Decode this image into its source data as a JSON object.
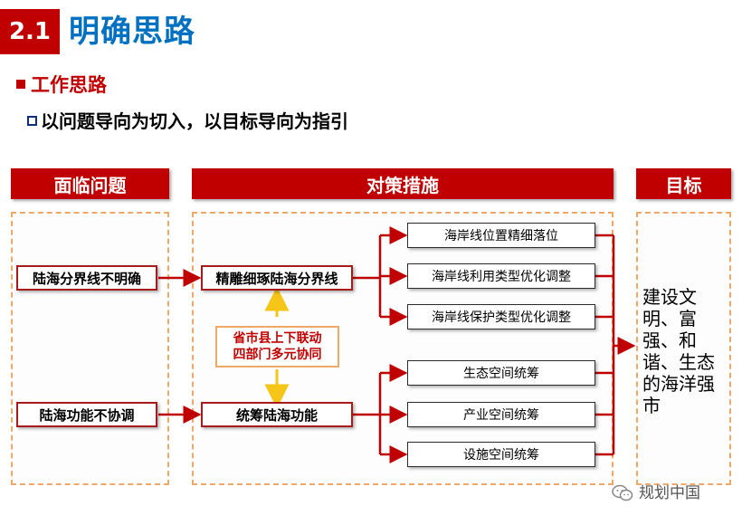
{
  "header": {
    "section_number": "2.1",
    "section_title": "明确思路",
    "subheading": "工作思路",
    "point": "以问题导向为切入，以目标导向为指引"
  },
  "columns": {
    "problems": "面临问题",
    "measures": "对策措施",
    "goal": "目标"
  },
  "problems": [
    "陆海分界线不明确",
    "陆海功能不协调"
  ],
  "measures": {
    "primary": [
      "精雕细琢陆海分界线",
      "统筹陆海功能"
    ],
    "coordination": {
      "line1": "省市县上下联动",
      "line2": "四部门多元协同"
    },
    "group1": [
      "海岸线位置精细落位",
      "海岸线利用类型优化调整",
      "海岸线保护类型优化调整"
    ],
    "group2": [
      "生态空间统筹",
      "产业空间统筹",
      "设施空间统筹"
    ]
  },
  "goal": "建设文明、富强、和谐、生态的海洋强市",
  "footer": {
    "source": "规划中国",
    "icon": "wechat-icon"
  },
  "colors": {
    "accent_red": "#c00000",
    "title_blue": "#0070c0",
    "dash_orange": "#f0a868",
    "arrow_yellow": "#f5c518"
  }
}
